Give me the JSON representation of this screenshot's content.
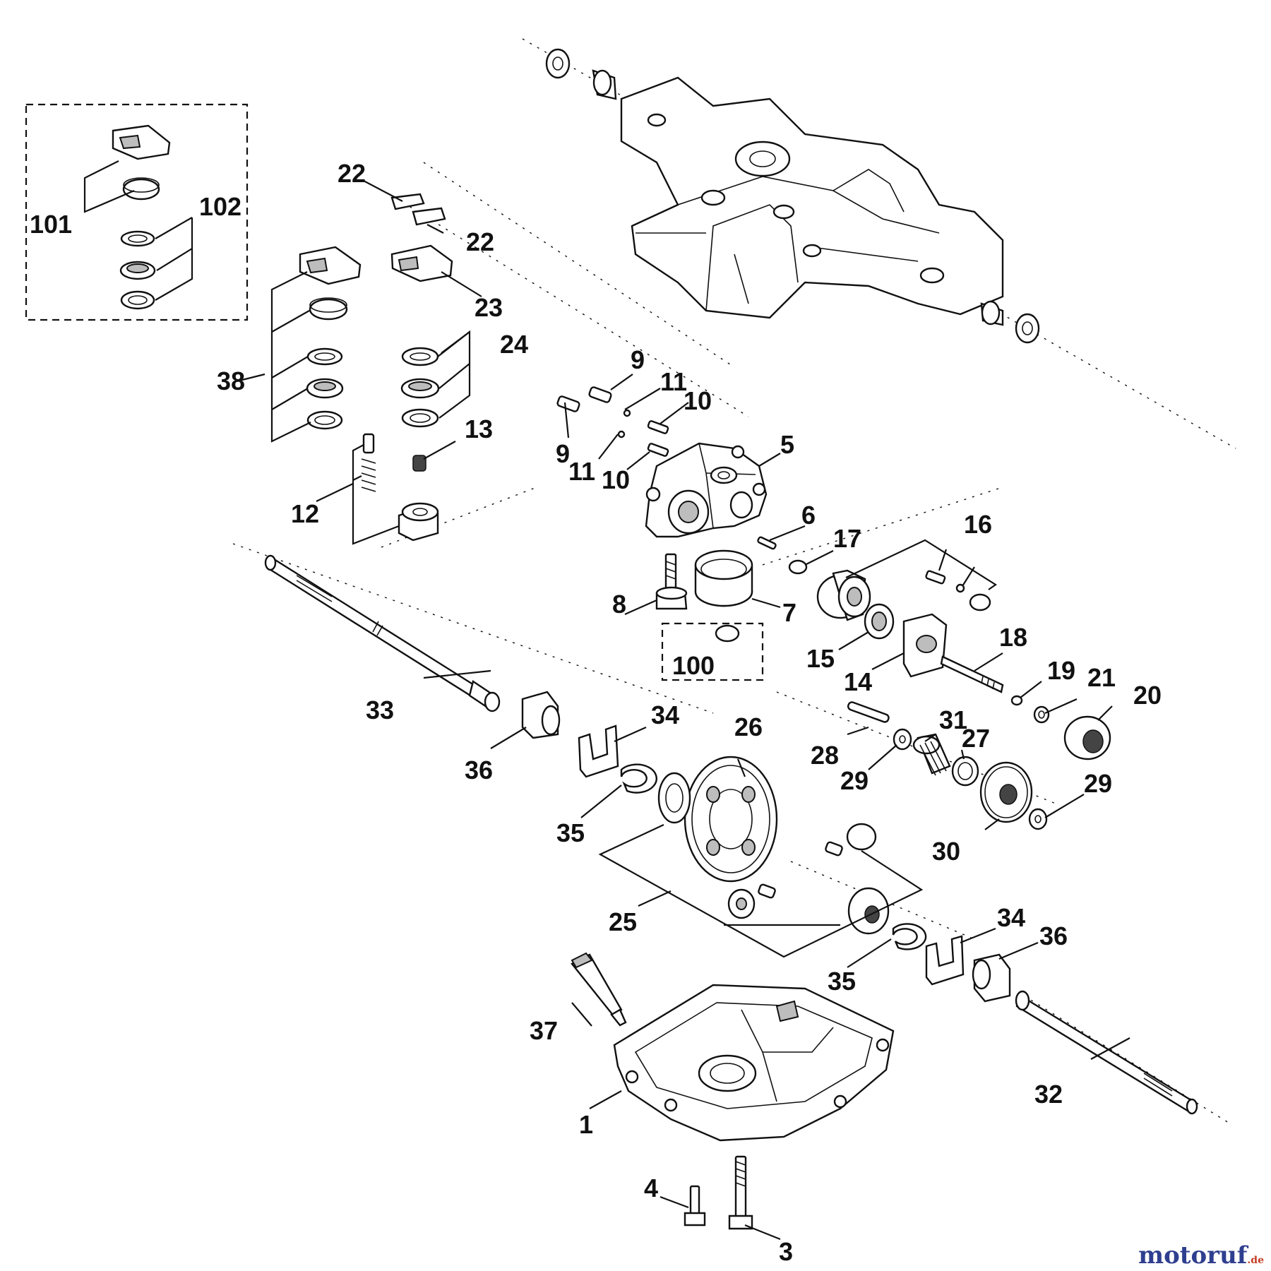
{
  "diagram": {
    "watermark": {
      "text": "motoruf",
      "suffix": ".de"
    },
    "callouts": {
      "c1": "1",
      "c3": "3",
      "c4": "4",
      "c5": "5",
      "c6": "6",
      "c7": "7",
      "c8": "8",
      "c9a": "9",
      "c9b": "9",
      "c10a": "10",
      "c10b": "10",
      "c11a": "11",
      "c11b": "11",
      "c12": "12",
      "c13": "13",
      "c14": "14",
      "c15": "15",
      "c16": "16",
      "c17": "17",
      "c18": "18",
      "c19": "19",
      "c20": "20",
      "c21": "21",
      "c22a": "22",
      "c22b": "22",
      "c23": "23",
      "c24": "24",
      "c25": "25",
      "c26": "26",
      "c27": "27",
      "c28": "28",
      "c29a": "29",
      "c29b": "29",
      "c30": "30",
      "c31": "31",
      "c32": "32",
      "c33": "33",
      "c34a": "34",
      "c34b": "34",
      "c35a": "35",
      "c35b": "35",
      "c36a": "36",
      "c36b": "36",
      "c37": "37",
      "c38": "38",
      "c100": "100",
      "c101": "101",
      "c102": "102"
    }
  }
}
